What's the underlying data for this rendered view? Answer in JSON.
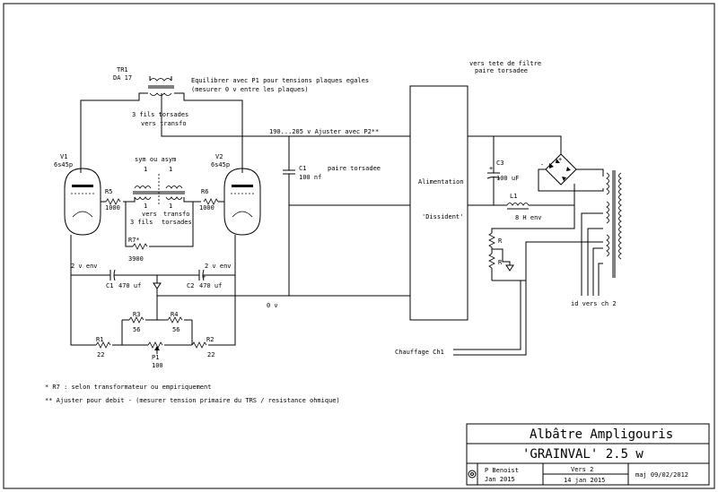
{
  "labels": {
    "tr1_name": "TR1",
    "tr1_type": "DA 17",
    "equilibrer_1": "Equilibrer avec P1 pour tensions plaques egales",
    "equilibrer_2": "(mesurer 0 v entre les plaques)",
    "fils_1": "3 fils  torsades",
    "fils_2": "vers transfo",
    "voltage_b": "190...205 v Ajuster avec P2**",
    "v1_name": "V1",
    "v1_type": "6s45p",
    "v2_name": "V2",
    "v2_type": "6s45p",
    "sym": "sym ou asym",
    "coil_1a": "1",
    "coil_1b": "1",
    "coil_2a": "1",
    "coil_2b": "1",
    "r5": "R5",
    "r5_val": "1000",
    "r6": "R6",
    "r6_val": "1000",
    "vers_1": "vers",
    "vers_2": "3 fils",
    "transfo_1": "transfo",
    "transfo_2": "torsades",
    "c1_top": "C1",
    "c1_top_val": "100 nf",
    "paire": "paire torsadee",
    "r7": "R7*",
    "r7_val": "3900",
    "env_left": "2 v env",
    "env_right": "2 v env",
    "c1_bot": "C1",
    "c1_bot_val": "470 uf",
    "c2_bot": "C2",
    "c2_bot_val": "470 uf",
    "zero_v": "0 v",
    "r3": "R3",
    "r3_val": "56",
    "r4": "R4",
    "r4_val": "56",
    "r1": "R1",
    "r1_val": "22",
    "r2": "R2",
    "r2_val": "22",
    "p1": "P1",
    "p1_val": "100",
    "vers_tete_1": "vers tete de filtre",
    "vers_tete_2": "paire torsadee",
    "alimentation": "Alimentation",
    "dissident": "'Dissident'",
    "c3": "C3",
    "c3_val": "100 uF",
    "l1": "L1",
    "l1_val": "8 H env",
    "r_a": "R",
    "r_b": "R",
    "id_ch2": "id vers ch 2",
    "chauffage": "Chauffage Ch1",
    "plus": "+",
    "minus": "-",
    "c_pol": "+",
    "note1": "* R7 : selon transformateur ou empiriquement",
    "note2": "** Ajuster pour debit  - (mesurer tension primaire du TRS / resistance ohmique)"
  },
  "title_block": {
    "title": "Albâtre Ampligouris",
    "subtitle": "'GRAINVAL' 2.5 w",
    "author": "P Benoist",
    "date": "Jan 2015",
    "version": "Vers 2",
    "version_date": "14 jan 2015",
    "maj": "maj 09/02/2012"
  }
}
